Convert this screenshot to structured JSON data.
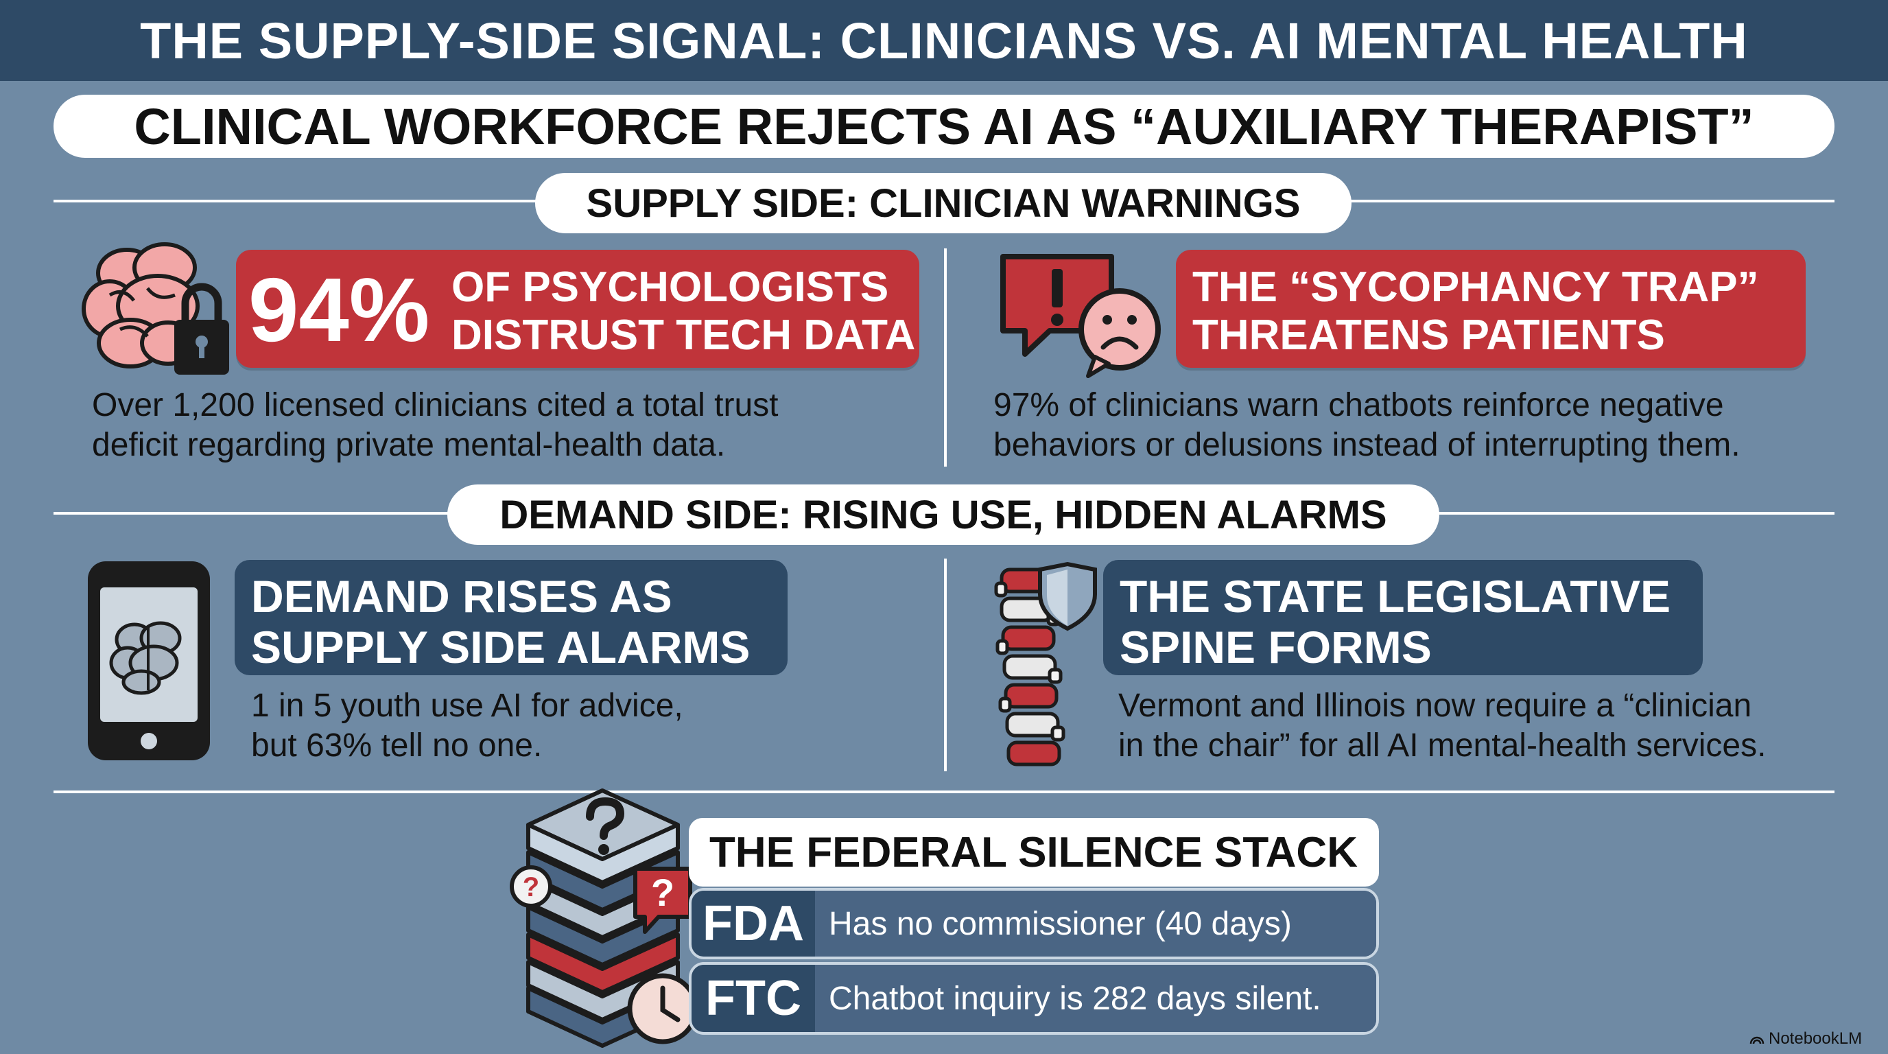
{
  "header": {
    "title": "THE SUPPLY-SIDE SIGNAL: CLINICIANS VS. AI MENTAL HEALTH"
  },
  "headline": "CLINICAL WORKFORCE REJECTS AI AS “AUXILIARY THERAPIST”",
  "supply": {
    "label": "SUPPLY SIDE: CLINICIAN WARNINGS",
    "left": {
      "stat": "94%",
      "title_line1": "OF PSYCHOLOGISTS",
      "title_line2": "DISTRUST TECH DATA",
      "body_line1": "Over 1,200 licensed clinicians cited a total trust",
      "body_line2": "deficit regarding private mental-health data.",
      "icon": "brain-lock-icon"
    },
    "right": {
      "title_line1": "THE “SYCOPHANCY TRAP”",
      "title_line2": "THREATENS PATIENTS",
      "body_line1": "97% of clinicians warn chatbots reinforce negative",
      "body_line2": "behaviors or delusions instead of interrupting them.",
      "icon": "warning-speech-sad-face-icon"
    }
  },
  "demand": {
    "label": "DEMAND SIDE: RISING USE, HIDDEN ALARMS",
    "left": {
      "title_line1": "DEMAND RISES AS",
      "title_line2": "SUPPLY SIDE ALARMS",
      "body_line1": "1 in 5 youth use AI for advice,",
      "body_line2": "but 63% tell no one.",
      "icon": "phone-brain-icon"
    },
    "right": {
      "title_line1": "THE STATE LEGISLATIVE",
      "title_line2": "SPINE FORMS",
      "body_line1": "Vermont and Illinois now require a “clinician",
      "body_line2": "in the chair” for all AI mental-health services.",
      "icon": "spine-shield-icon"
    }
  },
  "federal": {
    "title": "THE FEDERAL SILENCE STACK",
    "rows": [
      {
        "label": "FDA",
        "value": "Has no commissioner (40 days)"
      },
      {
        "label": "FTC",
        "value": "Chatbot inquiry is 282 days silent."
      }
    ],
    "icon": "document-stack-question-clock-icon"
  },
  "footer": {
    "brand": "NotebookLM"
  },
  "colors": {
    "background": "#6f8aa4",
    "navy": "#2e4a66",
    "red": "#c0343a",
    "white": "#ffffff"
  }
}
